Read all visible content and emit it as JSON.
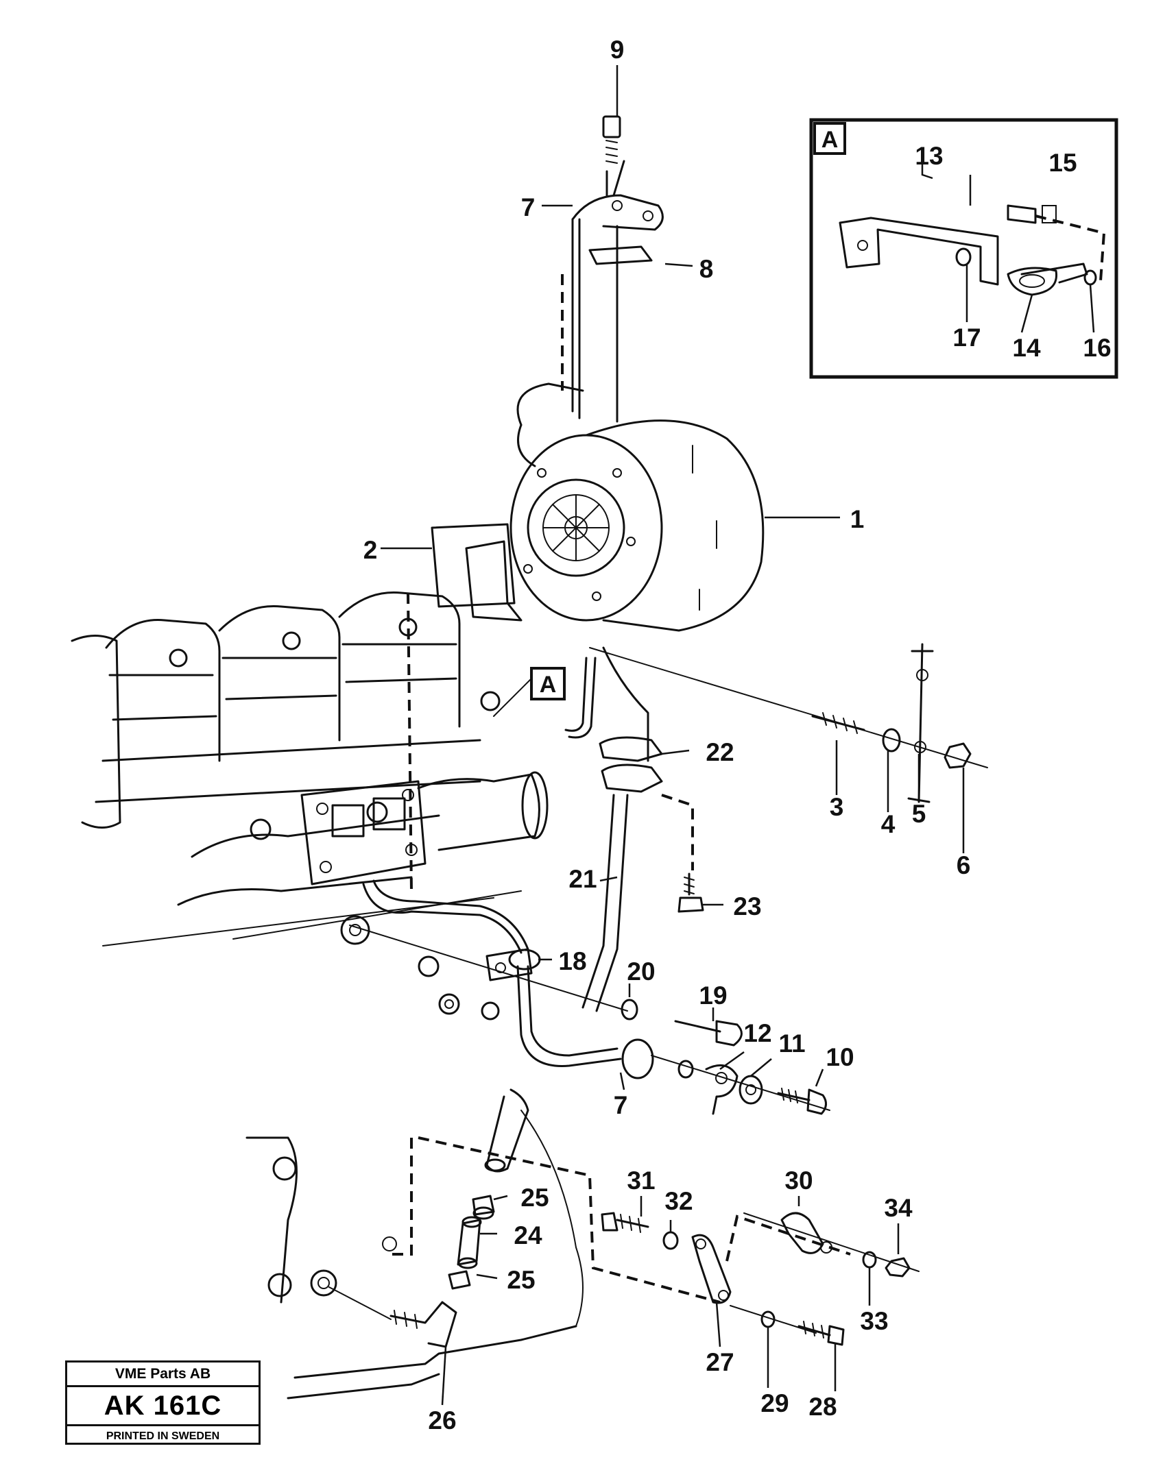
{
  "callouts": {
    "c1": "1",
    "c2": "2",
    "c3": "3",
    "c4": "4",
    "c5": "5",
    "c6": "6",
    "c7a": "7",
    "c7b": "7",
    "c8": "8",
    "c9": "9",
    "c10": "10",
    "c11": "11",
    "c12": "12",
    "c13": "13",
    "c14": "14",
    "c15": "15",
    "c16": "16",
    "c17": "17",
    "c18": "18",
    "c19": "19",
    "c20": "20",
    "c21": "21",
    "c22": "22",
    "c23": "23",
    "c24": "24",
    "c25a": "25",
    "c25b": "25",
    "c26": "26",
    "c27": "27",
    "c28": "28",
    "c29": "29",
    "c30": "30",
    "c31": "31",
    "c32": "32",
    "c33": "33",
    "c34": "34"
  },
  "detail_view": {
    "label": "A"
  },
  "detail_ref": {
    "label": "A"
  },
  "title_block": {
    "company": "VME Parts AB",
    "drawing_number": "AK 161C",
    "printed": "PRINTED IN SWEDEN"
  }
}
